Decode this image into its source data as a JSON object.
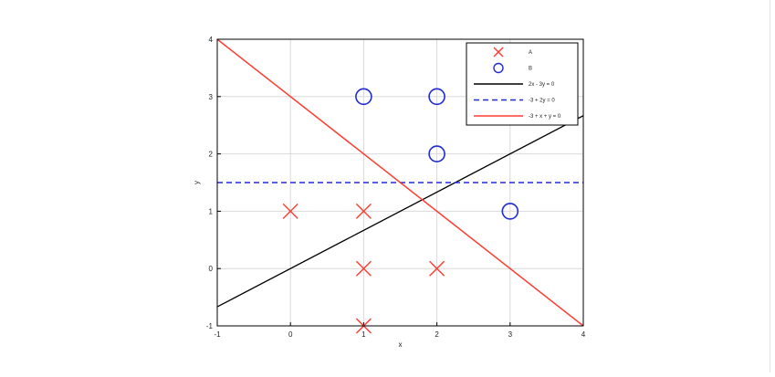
{
  "chart_data": {
    "type": "scatter",
    "xlabel": "x",
    "ylabel": "y",
    "xlim": [
      -1,
      4
    ],
    "ylim": [
      -1,
      4
    ],
    "xticks": [
      -1,
      0,
      1,
      2,
      3,
      4
    ],
    "yticks": [
      -1,
      0,
      1,
      2,
      3,
      4
    ],
    "grid": true,
    "legend_position": "top-right",
    "series": [
      {
        "name": "A",
        "kind": "points",
        "marker": "x",
        "color": "#ff3b30",
        "points": [
          [
            0,
            1
          ],
          [
            1,
            1
          ],
          [
            1,
            0
          ],
          [
            2,
            0
          ],
          [
            1,
            -1
          ]
        ]
      },
      {
        "name": "B",
        "kind": "points",
        "marker": "o",
        "color": "#1f2bd6",
        "points": [
          [
            1,
            3
          ],
          [
            2,
            3
          ],
          [
            2,
            2
          ],
          [
            3,
            1
          ]
        ]
      },
      {
        "name": "2x - 3y = 0",
        "kind": "line",
        "style": "solid",
        "color": "#000000",
        "points": [
          [
            -1,
            -0.667
          ],
          [
            4,
            2.667
          ]
        ]
      },
      {
        "name": "-3 + 2y = 0",
        "kind": "line",
        "style": "dashed",
        "color": "#1f2bd6",
        "points": [
          [
            -1,
            1.5
          ],
          [
            4,
            1.5
          ]
        ]
      },
      {
        "name": "-3 + x + y = 0",
        "kind": "line",
        "style": "solid",
        "color": "#ff3b30",
        "points": [
          [
            -1,
            4
          ],
          [
            4,
            -1
          ]
        ]
      }
    ]
  }
}
